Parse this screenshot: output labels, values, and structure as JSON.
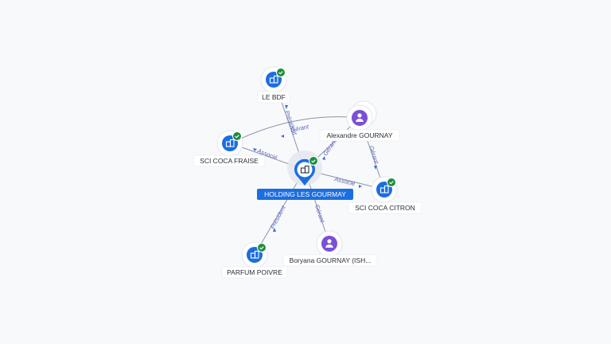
{
  "nodes": {
    "center": {
      "label": "HOLDING LES GOURMAY",
      "kind": "company",
      "verified": true,
      "icon": "building-icon"
    },
    "le_bdf": {
      "label": "LE BDF",
      "kind": "company",
      "verified": true,
      "icon": "building-icon"
    },
    "sci_coca_fraise": {
      "label": "SCI COCA FRAISE",
      "kind": "company",
      "verified": true,
      "icon": "building-icon"
    },
    "alexandre": {
      "label": "Alexandre GOURNAY",
      "kind": "person",
      "icon": "person-icon"
    },
    "sci_coca_citron": {
      "label": "SCI COCA CITRON",
      "kind": "company",
      "verified": true,
      "icon": "building-icon"
    },
    "boryana": {
      "label": "Boryana GOURNAY (ISH...",
      "kind": "person",
      "icon": "person-icon"
    },
    "parfum_poivre": {
      "label": "PARFUM POIVRE",
      "kind": "company",
      "verified": true,
      "icon": "building-icon"
    }
  },
  "edges": {
    "center_le_bdf": "Président",
    "center_sci_coca_fraise": "Associé",
    "alexandre_sci_coca_fraise": "Gérant",
    "alexandre_center": "Gérant",
    "alexandre_sci_coca_citron": "Gérant",
    "center_sci_coca_citron": "Associé",
    "center_parfum_poivre": "Président",
    "boryana_center": "Gérant"
  },
  "colors": {
    "company": "#1a6ee0",
    "person": "#7b4fd6",
    "verified": "#1e8e3e",
    "edge": "#8a93a8",
    "edge_label": "#5b63b8"
  }
}
